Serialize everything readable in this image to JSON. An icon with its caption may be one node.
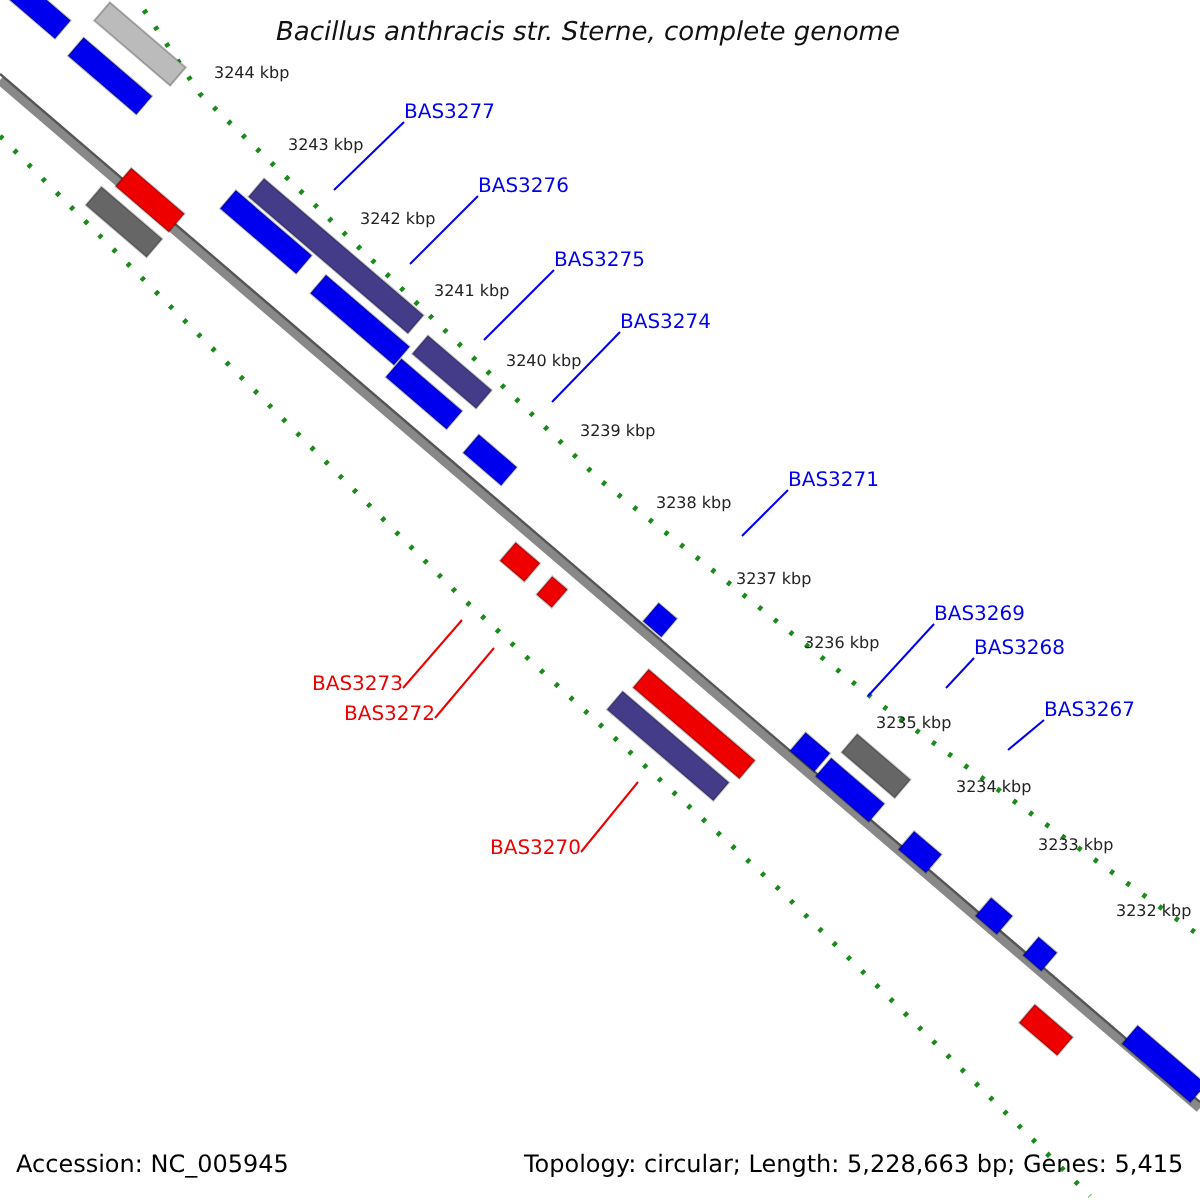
{
  "diagram": {
    "title": "Bacillus anthracis str. Sterne, complete genome",
    "nodes": [
      {
        "text": [
          "BAS3277"
        ]
      },
      {
        "text": [
          "BAS3276"
        ]
      },
      {
        "text": [
          "BAS3275"
        ]
      },
      {
        "text": [
          "BAS3274"
        ]
      },
      {
        "text": [
          "BAS3271"
        ]
      },
      {
        "text": [
          "BAS3269"
        ]
      },
      {
        "text": [
          "BAS3268"
        ]
      },
      {
        "text": [
          "BAS3267"
        ]
      },
      {
        "text": [
          "BAS3273"
        ]
      },
      {
        "text": [
          "BAS3272"
        ]
      },
      {
        "text": [
          "BAS3270"
        ]
      }
    ],
    "edges": [
      {
        "from": 0,
        "to": null,
        "arrow": "none"
      },
      {
        "from": 1,
        "to": null,
        "arrow": "none"
      },
      {
        "from": 2,
        "to": null,
        "arrow": "none"
      },
      {
        "from": 3,
        "to": null,
        "arrow": "none"
      },
      {
        "from": 4,
        "to": null,
        "arrow": "none"
      },
      {
        "from": 5,
        "to": null,
        "arrow": "none"
      },
      {
        "from": 6,
        "to": null,
        "arrow": "none"
      },
      {
        "from": 7,
        "to": null,
        "arrow": "none"
      },
      {
        "from": 8,
        "to": null,
        "arrow": "none",
        "color": "#ee0000"
      },
      {
        "from": 9,
        "to": null,
        "arrow": "none",
        "color": "#ee0000"
      },
      {
        "from": 10,
        "to": null,
        "arrow": "none",
        "color": "#ee0000"
      }
    ],
    "labels": [
      "3244 kbp",
      "3243 kbp",
      "3242 kbp",
      "3241 kbp",
      "3240 kbp",
      "3239 kbp",
      "3238 kbp",
      "3237 kbp",
      "3236 kbp",
      "3235 kbp",
      "3234 kbp",
      "3233 kbp",
      "3232 kbp",
      "Accession: NC_005945",
      "Topology: circular; Length: 5,228,663 bp; Genes: 5,415"
    ]
  }
}
